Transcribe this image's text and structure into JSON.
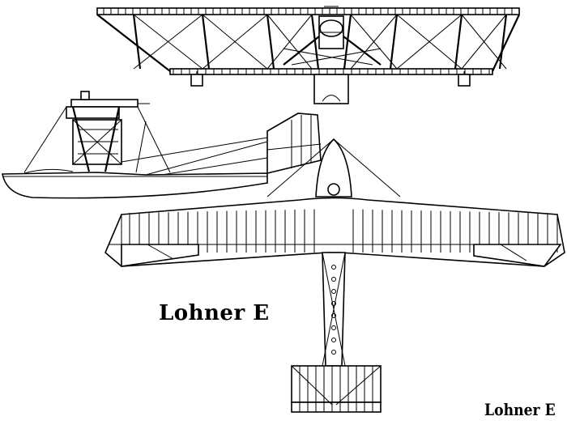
{
  "labels": {
    "main": "Lohner  E",
    "corner": "Lohner E"
  },
  "views": [
    "front-view",
    "side-view",
    "top-view"
  ],
  "colors": {
    "ink": "#000000",
    "paper": "#ffffff"
  }
}
